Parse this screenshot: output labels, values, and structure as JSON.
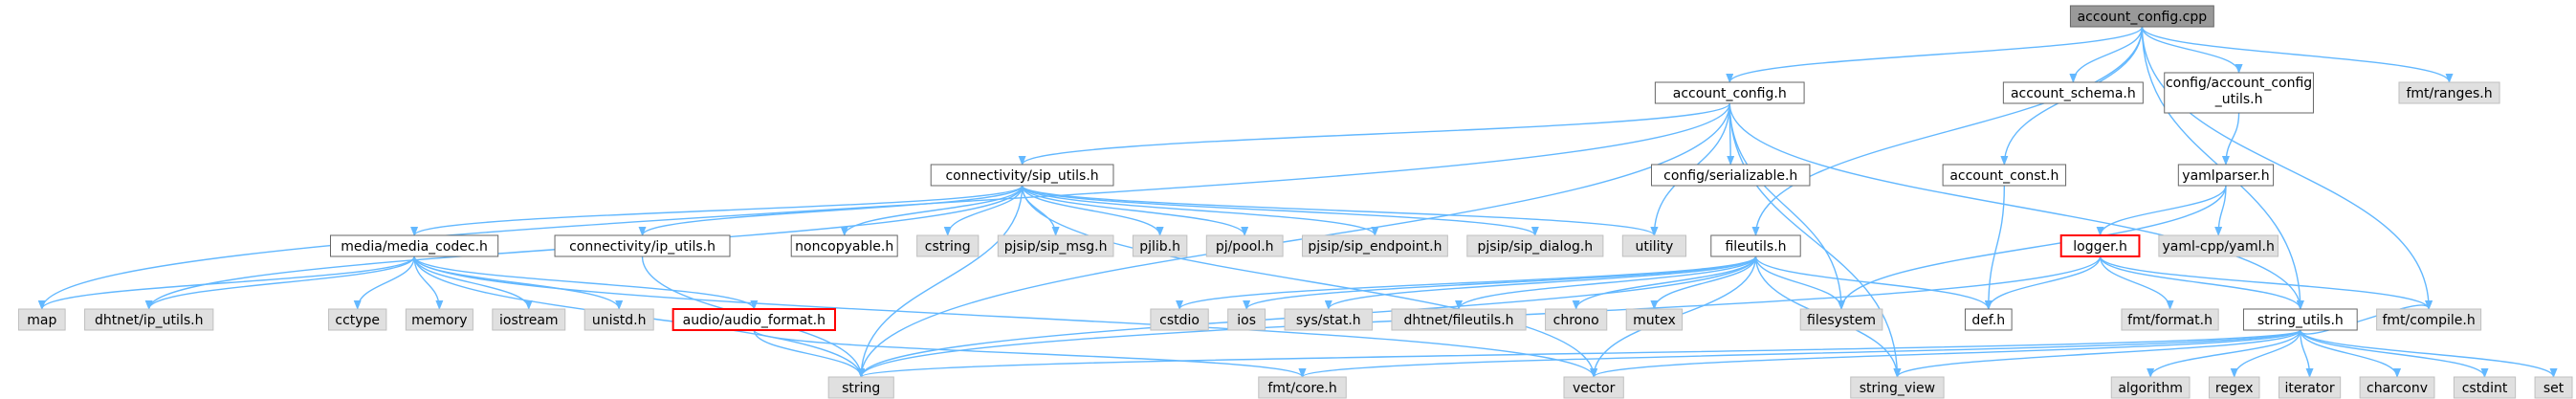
{
  "colors": {
    "edge": "#63b8ff",
    "root_fill": "#999999",
    "internal_fill": "#ffffff",
    "external_fill": "#e0e0e0",
    "highlight_border": "#ff0000",
    "border": "#666666"
  },
  "nodes": [
    {
      "id": "account_config_cpp",
      "label": "account_config.cpp",
      "kind": "root"
    },
    {
      "id": "account_config_h",
      "label": "account_config.h",
      "kind": "internal"
    },
    {
      "id": "account_schema_h",
      "label": "account_schema.h",
      "kind": "internal"
    },
    {
      "id": "config_account_config_utils_h",
      "label": "config/account_config\n_utils.h",
      "kind": "internal"
    },
    {
      "id": "fmt_ranges_h",
      "label": "fmt/ranges.h",
      "kind": "external"
    },
    {
      "id": "connectivity_sip_utils_h",
      "label": "connectivity/sip_utils.h",
      "kind": "internal"
    },
    {
      "id": "config_serializable_h",
      "label": "config/serializable.h",
      "kind": "internal"
    },
    {
      "id": "account_const_h",
      "label": "account_const.h",
      "kind": "internal"
    },
    {
      "id": "yamlparser_h",
      "label": "yamlparser.h",
      "kind": "internal"
    },
    {
      "id": "media_media_codec_h",
      "label": "media/media_codec.h",
      "kind": "internal"
    },
    {
      "id": "connectivity_ip_utils_h",
      "label": "connectivity/ip_utils.h",
      "kind": "internal"
    },
    {
      "id": "noncopyable_h",
      "label": "noncopyable.h",
      "kind": "internal"
    },
    {
      "id": "cstring",
      "label": "cstring",
      "kind": "external"
    },
    {
      "id": "pjsip_sip_msg_h",
      "label": "pjsip/sip_msg.h",
      "kind": "external"
    },
    {
      "id": "pjlib_h",
      "label": "pjlib.h",
      "kind": "external"
    },
    {
      "id": "pj_pool_h",
      "label": "pj/pool.h",
      "kind": "external"
    },
    {
      "id": "pjsip_sip_endpoint_h",
      "label": "pjsip/sip_endpoint.h",
      "kind": "external"
    },
    {
      "id": "pjsip_sip_dialog_h",
      "label": "pjsip/sip_dialog.h",
      "kind": "external"
    },
    {
      "id": "utility",
      "label": "utility",
      "kind": "external"
    },
    {
      "id": "fileutils_h",
      "label": "fileutils.h",
      "kind": "internal"
    },
    {
      "id": "logger_h",
      "label": "logger.h",
      "kind": "highlight"
    },
    {
      "id": "yaml_cpp_yaml_h",
      "label": "yaml-cpp/yaml.h",
      "kind": "external"
    },
    {
      "id": "map",
      "label": "map",
      "kind": "external"
    },
    {
      "id": "dhtnet_ip_utils_h",
      "label": "dhtnet/ip_utils.h",
      "kind": "external"
    },
    {
      "id": "cctype",
      "label": "cctype",
      "kind": "external"
    },
    {
      "id": "memory",
      "label": "memory",
      "kind": "external"
    },
    {
      "id": "iostream",
      "label": "iostream",
      "kind": "external"
    },
    {
      "id": "unistd_h",
      "label": "unistd.h",
      "kind": "external"
    },
    {
      "id": "audio_audio_format_h",
      "label": "audio/audio_format.h",
      "kind": "highlight"
    },
    {
      "id": "cstdio",
      "label": "cstdio",
      "kind": "external"
    },
    {
      "id": "ios",
      "label": "ios",
      "kind": "external"
    },
    {
      "id": "sys_stat_h",
      "label": "sys/stat.h",
      "kind": "external"
    },
    {
      "id": "dhtnet_fileutils_h",
      "label": "dhtnet/fileutils.h",
      "kind": "external"
    },
    {
      "id": "chrono",
      "label": "chrono",
      "kind": "external"
    },
    {
      "id": "mutex",
      "label": "mutex",
      "kind": "external"
    },
    {
      "id": "filesystem",
      "label": "filesystem",
      "kind": "external"
    },
    {
      "id": "def_h",
      "label": "def.h",
      "kind": "internal"
    },
    {
      "id": "fmt_format_h",
      "label": "fmt/format.h",
      "kind": "external"
    },
    {
      "id": "string_utils_h",
      "label": "string_utils.h",
      "kind": "internal"
    },
    {
      "id": "fmt_compile_h",
      "label": "fmt/compile.h",
      "kind": "external"
    },
    {
      "id": "string",
      "label": "string",
      "kind": "external"
    },
    {
      "id": "fmt_core_h",
      "label": "fmt/core.h",
      "kind": "external"
    },
    {
      "id": "vector",
      "label": "vector",
      "kind": "external"
    },
    {
      "id": "string_view",
      "label": "string_view",
      "kind": "external"
    },
    {
      "id": "algorithm",
      "label": "algorithm",
      "kind": "external"
    },
    {
      "id": "regex",
      "label": "regex",
      "kind": "external"
    },
    {
      "id": "iterator",
      "label": "iterator",
      "kind": "external"
    },
    {
      "id": "charconv",
      "label": "charconv",
      "kind": "external"
    },
    {
      "id": "cstdint",
      "label": "cstdint",
      "kind": "external"
    },
    {
      "id": "set",
      "label": "set",
      "kind": "external"
    }
  ],
  "edges": [
    [
      "account_config_cpp",
      "account_config_h"
    ],
    [
      "account_config_cpp",
      "account_schema_h"
    ],
    [
      "account_config_cpp",
      "config_account_config_utils_h"
    ],
    [
      "account_config_cpp",
      "fmt_ranges_h"
    ],
    [
      "account_config_cpp",
      "account_const_h"
    ],
    [
      "account_config_cpp",
      "fileutils_h"
    ],
    [
      "account_config_cpp",
      "string_utils_h"
    ],
    [
      "account_config_cpp",
      "fmt_compile_h"
    ],
    [
      "account_config_h",
      "connectivity_sip_utils_h"
    ],
    [
      "account_config_h",
      "config_serializable_h"
    ],
    [
      "account_config_h",
      "utility"
    ],
    [
      "account_config_h",
      "filesystem"
    ],
    [
      "account_config_h",
      "string_utils_h"
    ],
    [
      "account_config_h",
      "map"
    ],
    [
      "account_config_h",
      "string"
    ],
    [
      "account_config_h",
      "string_view"
    ],
    [
      "config_account_config_utils_h",
      "yamlparser_h"
    ],
    [
      "account_const_h",
      "def_h"
    ],
    [
      "yamlparser_h",
      "logger_h"
    ],
    [
      "yamlparser_h",
      "yaml_cpp_yaml_h"
    ],
    [
      "yamlparser_h",
      "filesystem"
    ],
    [
      "connectivity_sip_utils_h",
      "media_media_codec_h"
    ],
    [
      "connectivity_sip_utils_h",
      "connectivity_ip_utils_h"
    ],
    [
      "connectivity_sip_utils_h",
      "noncopyable_h"
    ],
    [
      "connectivity_sip_utils_h",
      "cstring"
    ],
    [
      "connectivity_sip_utils_h",
      "pjsip_sip_msg_h"
    ],
    [
      "connectivity_sip_utils_h",
      "pjlib_h"
    ],
    [
      "connectivity_sip_utils_h",
      "pj_pool_h"
    ],
    [
      "connectivity_sip_utils_h",
      "pjsip_sip_endpoint_h"
    ],
    [
      "connectivity_sip_utils_h",
      "pjsip_sip_dialog_h"
    ],
    [
      "connectivity_sip_utils_h",
      "utility"
    ],
    [
      "connectivity_sip_utils_h",
      "dhtnet_ip_utils_h"
    ],
    [
      "connectivity_sip_utils_h",
      "string"
    ],
    [
      "connectivity_sip_utils_h",
      "vector"
    ],
    [
      "connectivity_ip_utils_h",
      "string"
    ],
    [
      "media_media_codec_h",
      "map"
    ],
    [
      "media_media_codec_h",
      "dhtnet_ip_utils_h"
    ],
    [
      "media_media_codec_h",
      "cctype"
    ],
    [
      "media_media_codec_h",
      "memory"
    ],
    [
      "media_media_codec_h",
      "iostream"
    ],
    [
      "media_media_codec_h",
      "unistd_h"
    ],
    [
      "media_media_codec_h",
      "audio_audio_format_h"
    ],
    [
      "media_media_codec_h",
      "string"
    ],
    [
      "media_media_codec_h",
      "vector"
    ],
    [
      "audio_audio_format_h",
      "fmt_core_h"
    ],
    [
      "audio_audio_format_h",
      "string"
    ],
    [
      "fileutils_h",
      "cstdio"
    ],
    [
      "fileutils_h",
      "ios"
    ],
    [
      "fileutils_h",
      "sys_stat_h"
    ],
    [
      "fileutils_h",
      "dhtnet_fileutils_h"
    ],
    [
      "fileutils_h",
      "chrono"
    ],
    [
      "fileutils_h",
      "mutex"
    ],
    [
      "fileutils_h",
      "filesystem"
    ],
    [
      "fileutils_h",
      "def_h"
    ],
    [
      "fileutils_h",
      "string"
    ],
    [
      "fileutils_h",
      "vector"
    ],
    [
      "fileutils_h",
      "string_view"
    ],
    [
      "logger_h",
      "def_h"
    ],
    [
      "logger_h",
      "fmt_format_h"
    ],
    [
      "logger_h",
      "string_utils_h"
    ],
    [
      "logger_h",
      "fmt_compile_h"
    ],
    [
      "logger_h",
      "string"
    ],
    [
      "string_utils_h",
      "fmt_compile_h"
    ],
    [
      "string_utils_h",
      "string"
    ],
    [
      "string_utils_h",
      "fmt_core_h"
    ],
    [
      "string_utils_h",
      "vector"
    ],
    [
      "string_utils_h",
      "string_view"
    ],
    [
      "string_utils_h",
      "algorithm"
    ],
    [
      "string_utils_h",
      "regex"
    ],
    [
      "string_utils_h",
      "iterator"
    ],
    [
      "string_utils_h",
      "charconv"
    ],
    [
      "string_utils_h",
      "cstdint"
    ],
    [
      "string_utils_h",
      "set"
    ]
  ]
}
